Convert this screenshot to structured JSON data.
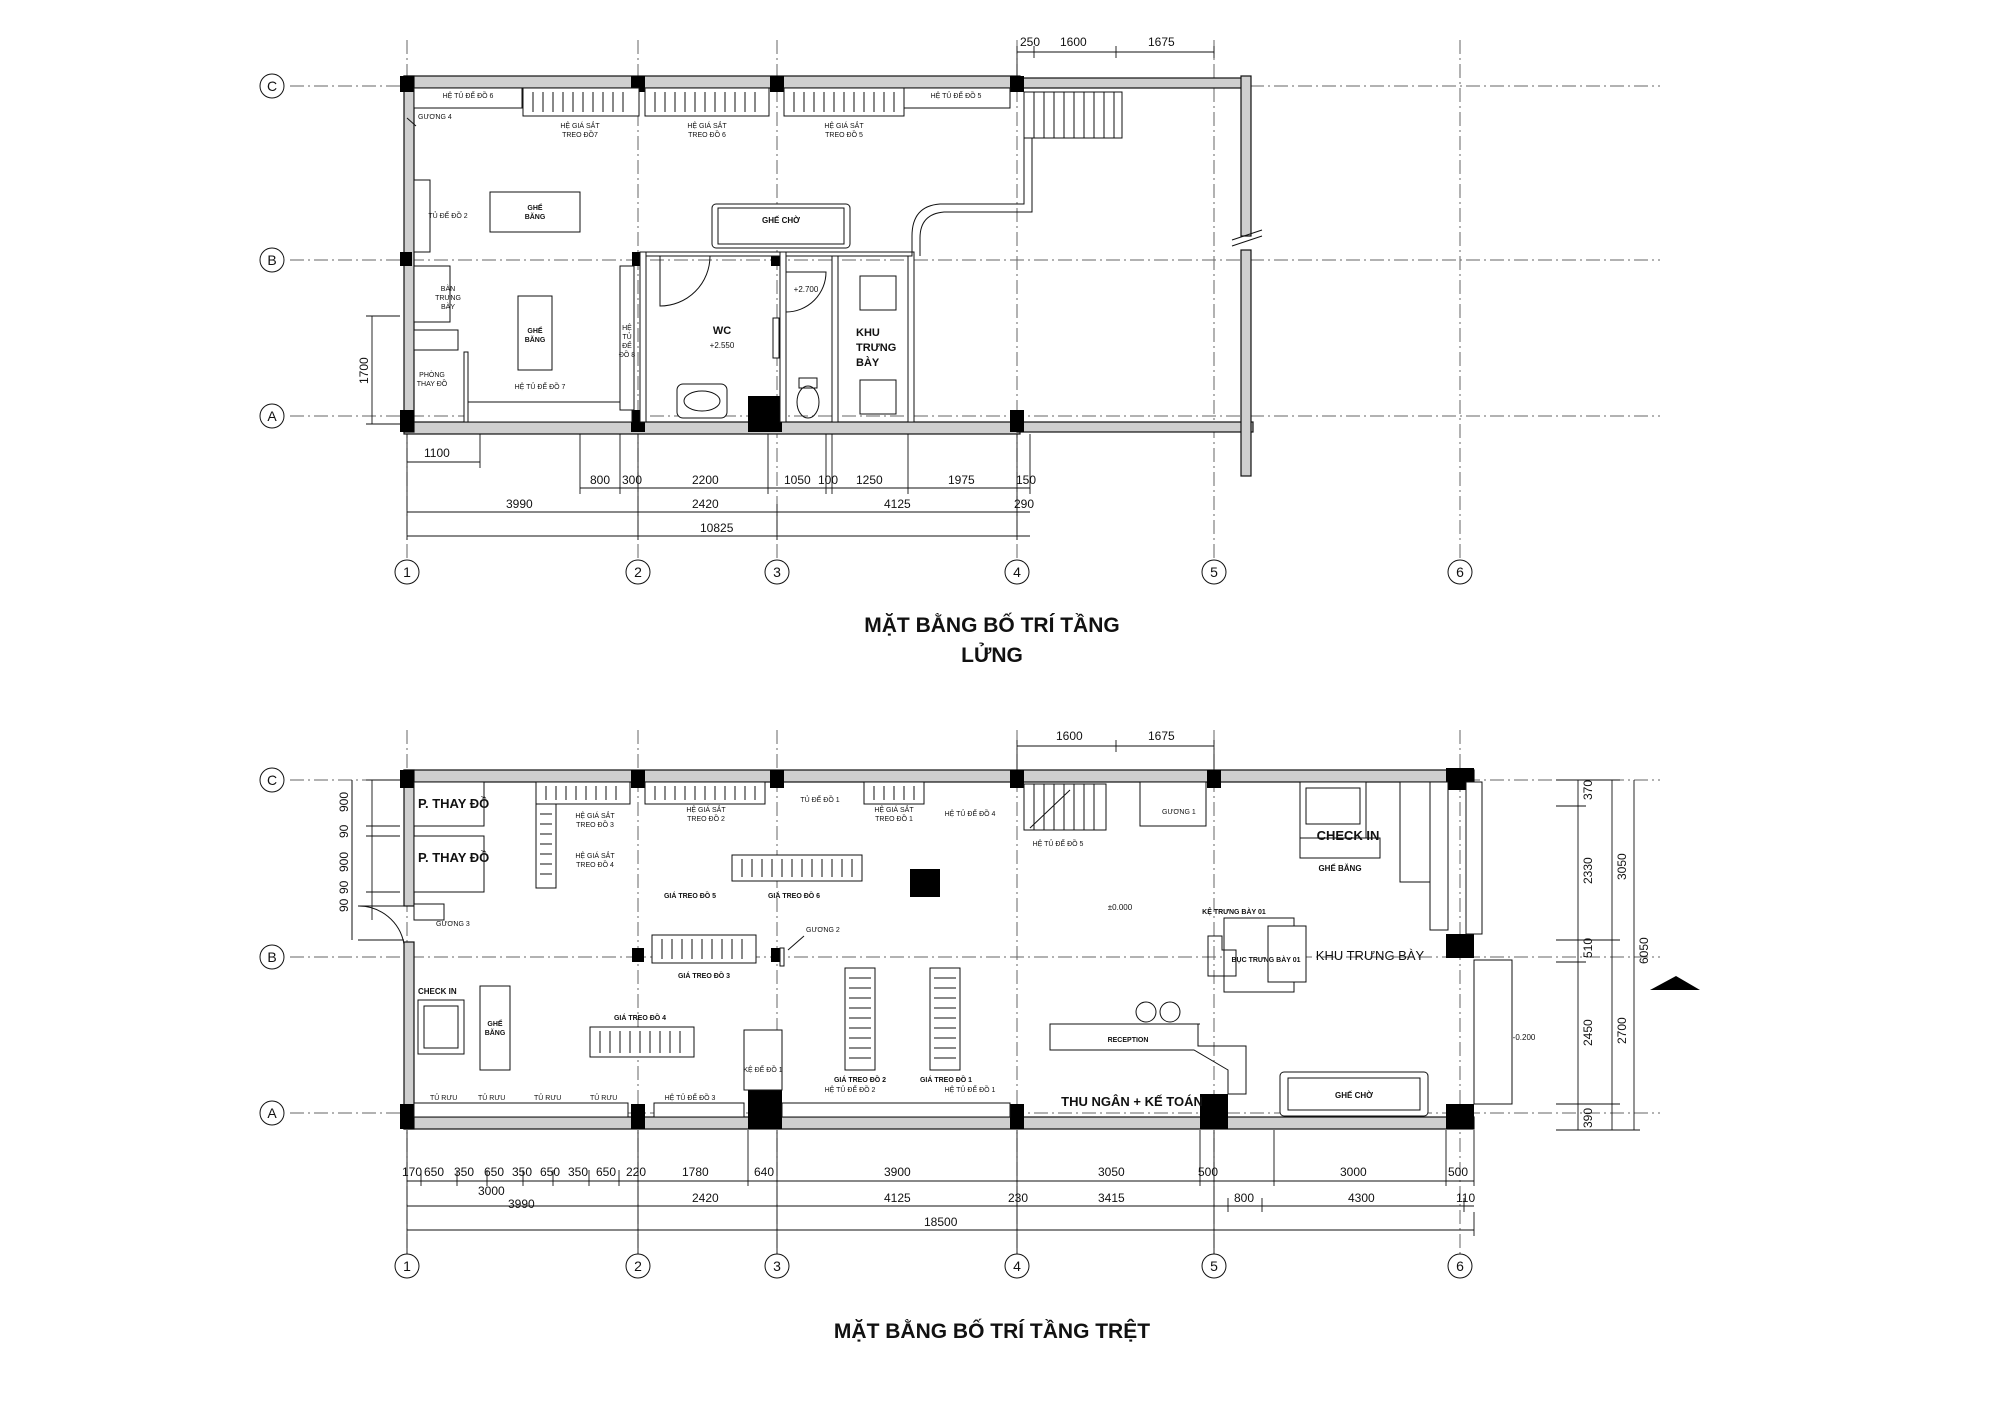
{
  "mezzanine": {
    "title_line1": "MẶT BẰNG BỐ TRÍ TẦNG",
    "title_line2": "LỬNG",
    "grid_rows": [
      "C",
      "B",
      "A"
    ],
    "grid_cols": [
      "1",
      "2",
      "3",
      "4",
      "5",
      "6"
    ],
    "rooms": {
      "wc": "WC",
      "wc_level": "+2.550",
      "stair_level": "+2.700",
      "display_area_1": "KHU",
      "display_area_2": "TRƯNG",
      "display_area_3": "BÀY",
      "waiting_bench": "GHẾ CHỜ",
      "bench_1_a": "GHẾ",
      "bench_1_b": "BĂNG",
      "bench_2_a": "GHẾ",
      "bench_2_b": "BĂNG",
      "cabinet_2": "TỦ ĐỂ ĐỒ 2",
      "display_table_1": "BÀN",
      "display_table_2": "TRƯNG",
      "display_table_3": "BÀY",
      "fitting_room_1": "PHÒNG",
      "fitting_room_2": "THAY ĐỒ",
      "mirror_4": "GƯƠNG 4",
      "shelf_6": "HỆ TỦ ĐỂ ĐỒ 6",
      "shelf_5": "HỆ TỦ ĐỂ ĐỒ 5",
      "shelf_7": "HỆ TỦ ĐỂ ĐỒ 7",
      "shelf_8_1": "HỆ",
      "shelf_8_2": "TỦ",
      "shelf_8_3": "ĐỂ",
      "shelf_8_4": "ĐỒ 8",
      "rack_7_a": "HỆ GIÁ SẮT",
      "rack_7_b": "TREO ĐỒ7",
      "rack_6_a": "HỆ GIÁ SẮT",
      "rack_6_b": "TREO ĐỒ 6",
      "rack_5_a": "HỆ GIÁ SẮT",
      "rack_5_b": "TREO ĐỒ 5"
    },
    "dims_top": [
      "250",
      "1600",
      "1675"
    ],
    "dim_left": "1700",
    "dims_row1": [
      "1100"
    ],
    "dims_row2": [
      "800",
      "300",
      "2200",
      "1050",
      "100",
      "1250",
      "1975",
      "150"
    ],
    "dims_row3": [
      "3990",
      "2420",
      "4125",
      "290"
    ],
    "dims_total": "10825"
  },
  "ground": {
    "title": "MẶT BẰNG BỐ TRÍ TẦNG TRỆT",
    "grid_rows": [
      "C",
      "B",
      "A"
    ],
    "grid_cols": [
      "1",
      "2",
      "3",
      "4",
      "5",
      "6"
    ],
    "rooms": {
      "fitting_1": "P. THAY ĐỒ",
      "fitting_2": "P. THAY ĐỒ",
      "mirror_3": "GƯƠNG 3",
      "mirror_2": "GƯƠNG 2",
      "mirror_1": "GƯƠNG 1",
      "check_in_left": "CHECK IN",
      "bench_left_a": "GHẾ",
      "bench_left_b": "BĂNG",
      "rack_3_a": "HỆ GIÁ SẮT",
      "rack_3_b": "TREO ĐỒ 3",
      "rack_4_a": "HỆ GIÁ SẮT",
      "rack_4_b": "TREO ĐỒ 4",
      "rack_2_a": "HỆ GIÁ SẮT",
      "rack_2_b": "TREO ĐỒ 2",
      "rack_1_a": "HỆ GIÁ SẮT",
      "rack_1_b": "TREO ĐỒ 1",
      "cabinet_1": "TỦ ĐỂ ĐỒ 1",
      "shelf_4": "HỆ TỦ ĐỂ ĐỒ 4",
      "shelf_5": "HỆ TỦ ĐỂ ĐỒ 5",
      "shelf_3": "HỆ TỦ ĐỂ ĐỒ 3",
      "shelf_2": "HỆ TỦ ĐỂ ĐỒ 2",
      "shelf_1": "HỆ TỦ ĐỂ ĐỒ 1",
      "hang_5": "GIÁ TREO ĐỒ 5",
      "hang_6": "GIÁ TREO ĐỒ 6",
      "hang_3": "GIÁ TREO ĐỒ 3",
      "hang_4": "GIÁ TREO ĐỒ 4",
      "hang_2": "GIÁ TREO ĐỒ 2",
      "hang_1": "GIÁ TREO ĐỒ 1",
      "ke_de_do_1": "KỆ ĐỂ ĐỒ 1",
      "luggage": "TỦ RƯU",
      "level_zero": "±0.000",
      "ke_trung_bay": "KỆ TRƯNG BÀY 01",
      "buc_trung_bay": "BỤC TRƯNG BÀY 01",
      "display_area": "KHU TRƯNG BÀY",
      "check_in_right": "CHECK IN",
      "bench_right": "GHẾ BĂNG",
      "reception": "RECEPTION",
      "cashier": "THU  NGÂN + KẾ TOÁN",
      "waiting_bench": "GHẾ CHỜ",
      "level_minus": "-0.200"
    },
    "dims_top": [
      "1600",
      "1675"
    ],
    "dims_left": [
      "900",
      "90",
      "900",
      "90",
      "90"
    ],
    "dims_right_inner": [
      "370",
      "2330",
      "510",
      "2450",
      "390"
    ],
    "dims_right_mid": [
      "3050",
      "2700"
    ],
    "dims_right_outer": "6050",
    "dims_row1": [
      "170",
      "650",
      "350",
      "650",
      "350",
      "650",
      "350",
      "650",
      "220",
      "1780",
      "640",
      "3900",
      "3050",
      "500",
      "3000",
      "500"
    ],
    "dims_row2": [
      "3000",
      "3990",
      "2420",
      "4125",
      "230",
      "3415",
      "800",
      "4300",
      "110"
    ],
    "dims_total": "18500"
  }
}
